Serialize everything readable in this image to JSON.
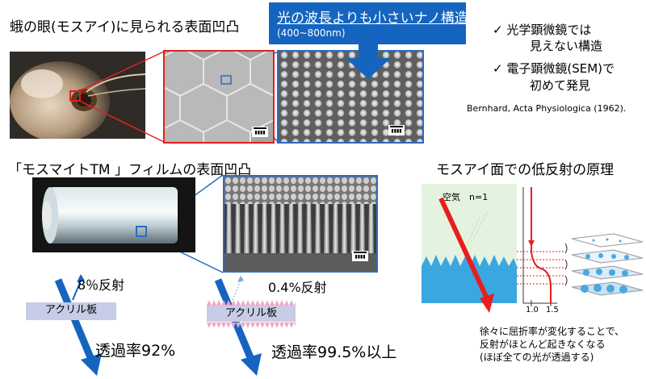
{
  "moth": {
    "title": "蛾の眼(モスアイ)に見られる表面凹凸"
  },
  "callout": {
    "headline": "光の波長よりも小さいナノ構造",
    "range": "(400~800nm)"
  },
  "notes": {
    "check_mark": "✓",
    "line1": "光学顕微鏡では",
    "line2": "見えない構造",
    "line3": "電子顕微鏡(SEM)で",
    "line4": "初めて発見",
    "citation": "Bernhard, Acta Physiologica (1962)."
  },
  "film": {
    "title": "「モスマイトTM 」フィルムの表面凹凸"
  },
  "plain_acrylic": {
    "reflect": "8％反射",
    "plate": "アクリル板",
    "transmit": "透過率92%"
  },
  "coated_acrylic": {
    "reflect": "0.4%反射",
    "plate": "アクリル板",
    "transmit": "透過率99.5%以上"
  },
  "principle": {
    "title": "モスアイ面での低反射の原理",
    "medium": "空気　n=1",
    "tick_low": "1.0",
    "tick_high": "1.5",
    "caption1": "徐々に屈折率が変化することで、",
    "caption2": "反射がほとんど起きなくなる",
    "caption3": "(ほぼ全ての光が透過する)"
  },
  "colors": {
    "red": "#e32121",
    "blue": "#1565c0",
    "callout": "#1565c0",
    "plate": "#c7cde6",
    "nano_pink": "#f3a6c8"
  }
}
